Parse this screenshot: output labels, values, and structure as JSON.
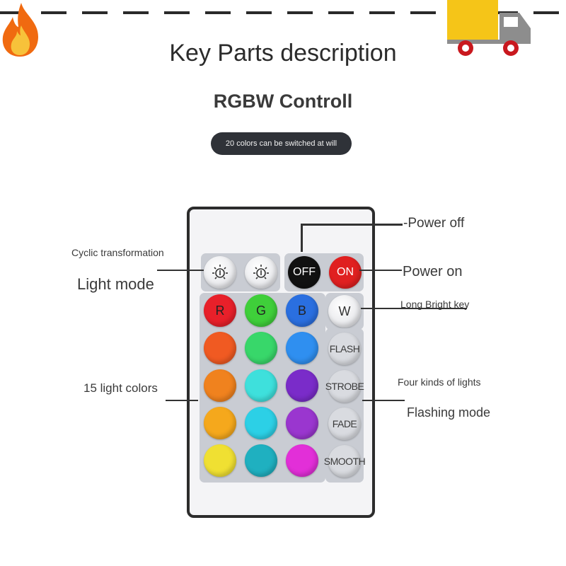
{
  "header": {
    "title": "Key Parts description",
    "subtitle": "RGBW Controll",
    "pill_text": "20 colors can be switched at will"
  },
  "icons": [
    "fire-icon",
    "truck-icon",
    "sun-icon"
  ],
  "remote": {
    "mode_buttons": [
      "sun-icon",
      "sun-icon"
    ],
    "off_label": "OFF",
    "on_label": "ON",
    "w_label": "W",
    "color_buttons": [
      {
        "label": "R",
        "color": "#e8202a"
      },
      {
        "label": "G",
        "color": "#3fcf3a"
      },
      {
        "label": "B",
        "color": "#2a6fe0"
      },
      {
        "label": "",
        "color": "#f05a22"
      },
      {
        "label": "",
        "color": "#38d76a"
      },
      {
        "label": "",
        "color": "#2f8ff0"
      },
      {
        "label": "",
        "color": "#f0821e"
      },
      {
        "label": "",
        "color": "#3ee0dc"
      },
      {
        "label": "",
        "color": "#7a2cc9"
      },
      {
        "label": "",
        "color": "#f5a81c"
      },
      {
        "label": "",
        "color": "#2cd0e6"
      },
      {
        "label": "",
        "color": "#9a36cf"
      },
      {
        "label": "",
        "color": "#f0e032"
      },
      {
        "label": "",
        "color": "#1fb0c0"
      },
      {
        "label": "",
        "color": "#e22fd8"
      }
    ],
    "mode_list": [
      "FLASH",
      "STROBE",
      "FADE",
      "SMOOTH"
    ],
    "colors": {
      "off": "#111111",
      "on": "#e02020",
      "frame": "#2c2c2c",
      "group_bg": "#c9ccd3"
    }
  },
  "callouts": {
    "power_off": "-Power off",
    "power_on": "Power on",
    "cyclic": "Cyclic transformation",
    "light_mode": "Light mode",
    "long_bright": "Long Bright key",
    "light_colors": "15 light colors",
    "four_kinds": "Four kinds of lights",
    "flashing_mode": "Flashing mode"
  }
}
